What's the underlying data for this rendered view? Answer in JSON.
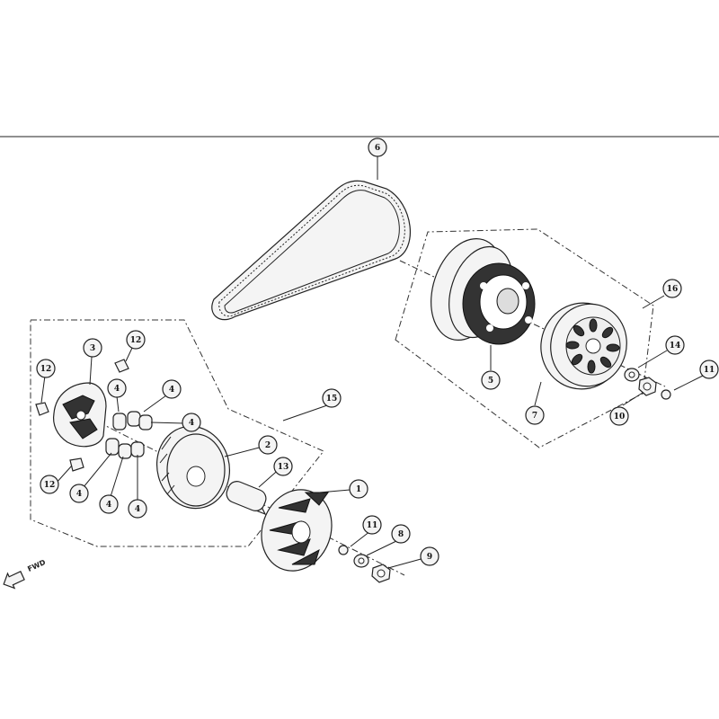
{
  "callouts": {
    "c1": "1",
    "c2": "2",
    "c3": "3",
    "c4a": "4",
    "c4b": "4",
    "c4c": "4",
    "c4d": "4",
    "c4e": "4",
    "c4f": "4",
    "c5": "5",
    "c6": "6",
    "c7": "7",
    "c8": "8",
    "c9": "9",
    "c10": "10",
    "c11a": "11",
    "c11b": "11",
    "c12a": "12",
    "c12b": "12",
    "c12c": "12",
    "c13": "13",
    "c14": "14",
    "c15": "15",
    "c16": "16"
  },
  "direction_label": "FWD",
  "colors": {
    "ink": "#222222",
    "background": "#ffffff"
  }
}
